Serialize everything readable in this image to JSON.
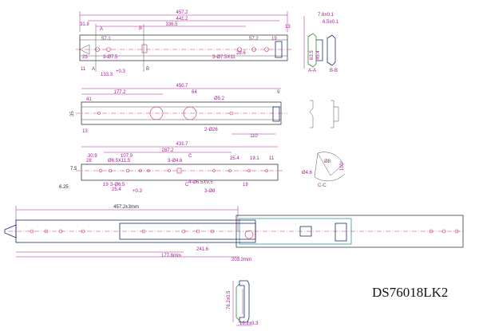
{
  "model": "DS76018LK2",
  "view_top": {
    "overall": "457.2",
    "inner": "441.2",
    "span": "336.5",
    "left_offset": "31.8",
    "hole1": "57.1",
    "hole2": "57.2",
    "end": "19",
    "right_end": "13",
    "height": "23",
    "slot_small": "11",
    "holes_left": "3-Ø7.5",
    "holes_right": "3-Ø7.5X11",
    "pitch": "28.6",
    "base": "133.3",
    "base_tol": "+0.3",
    "section_a": "A",
    "section_b": "B"
  },
  "view_middle": {
    "overall": "450.7",
    "span1": "177.2",
    "span2": "64",
    "left": "41",
    "right": "9",
    "hole_label": "Ø5.2",
    "holes_label": "2-Ø26",
    "height": "35",
    "bottom_left": "13",
    "bottom_right": "110"
  },
  "view_bottom": {
    "overall": "431.7",
    "span1": "287.2",
    "span2": "107.9",
    "left1": "30.9",
    "left2": "28",
    "slot1": "Ø6.5X11.5",
    "holes1": "3-Ø4.6",
    "right1": "25.4",
    "right2": "19.1",
    "right3": "11",
    "height": "7.5",
    "lower1": "19",
    "lower2": "25.4",
    "holes2": "3-Ø6.5",
    "tol": "+0.3",
    "slot2": "4-Ø6.5X9.5",
    "holes3": "3-Ø8",
    "right_low": "19",
    "left_side": "6.25",
    "section_c": "C"
  },
  "sections": {
    "aa_width": "7.6±0.1",
    "bb_width": "6.5±0.1",
    "aa_h1": "63.5",
    "aa_h2": "45.4",
    "label_aa": "A-A",
    "label_bb": "B-B",
    "label_cc": "C-C",
    "cc_hole": "Ø4.6",
    "cc_hole2": "Ø8",
    "cc_angle": "100°"
  },
  "assembly": {
    "stroke": "457.2±3mm",
    "ext1": "177.8mm",
    "ext2": "241.6",
    "ext3": "203.2mm"
  },
  "profile": {
    "height": "76.2±0.5",
    "width": "19.2±0.3"
  }
}
